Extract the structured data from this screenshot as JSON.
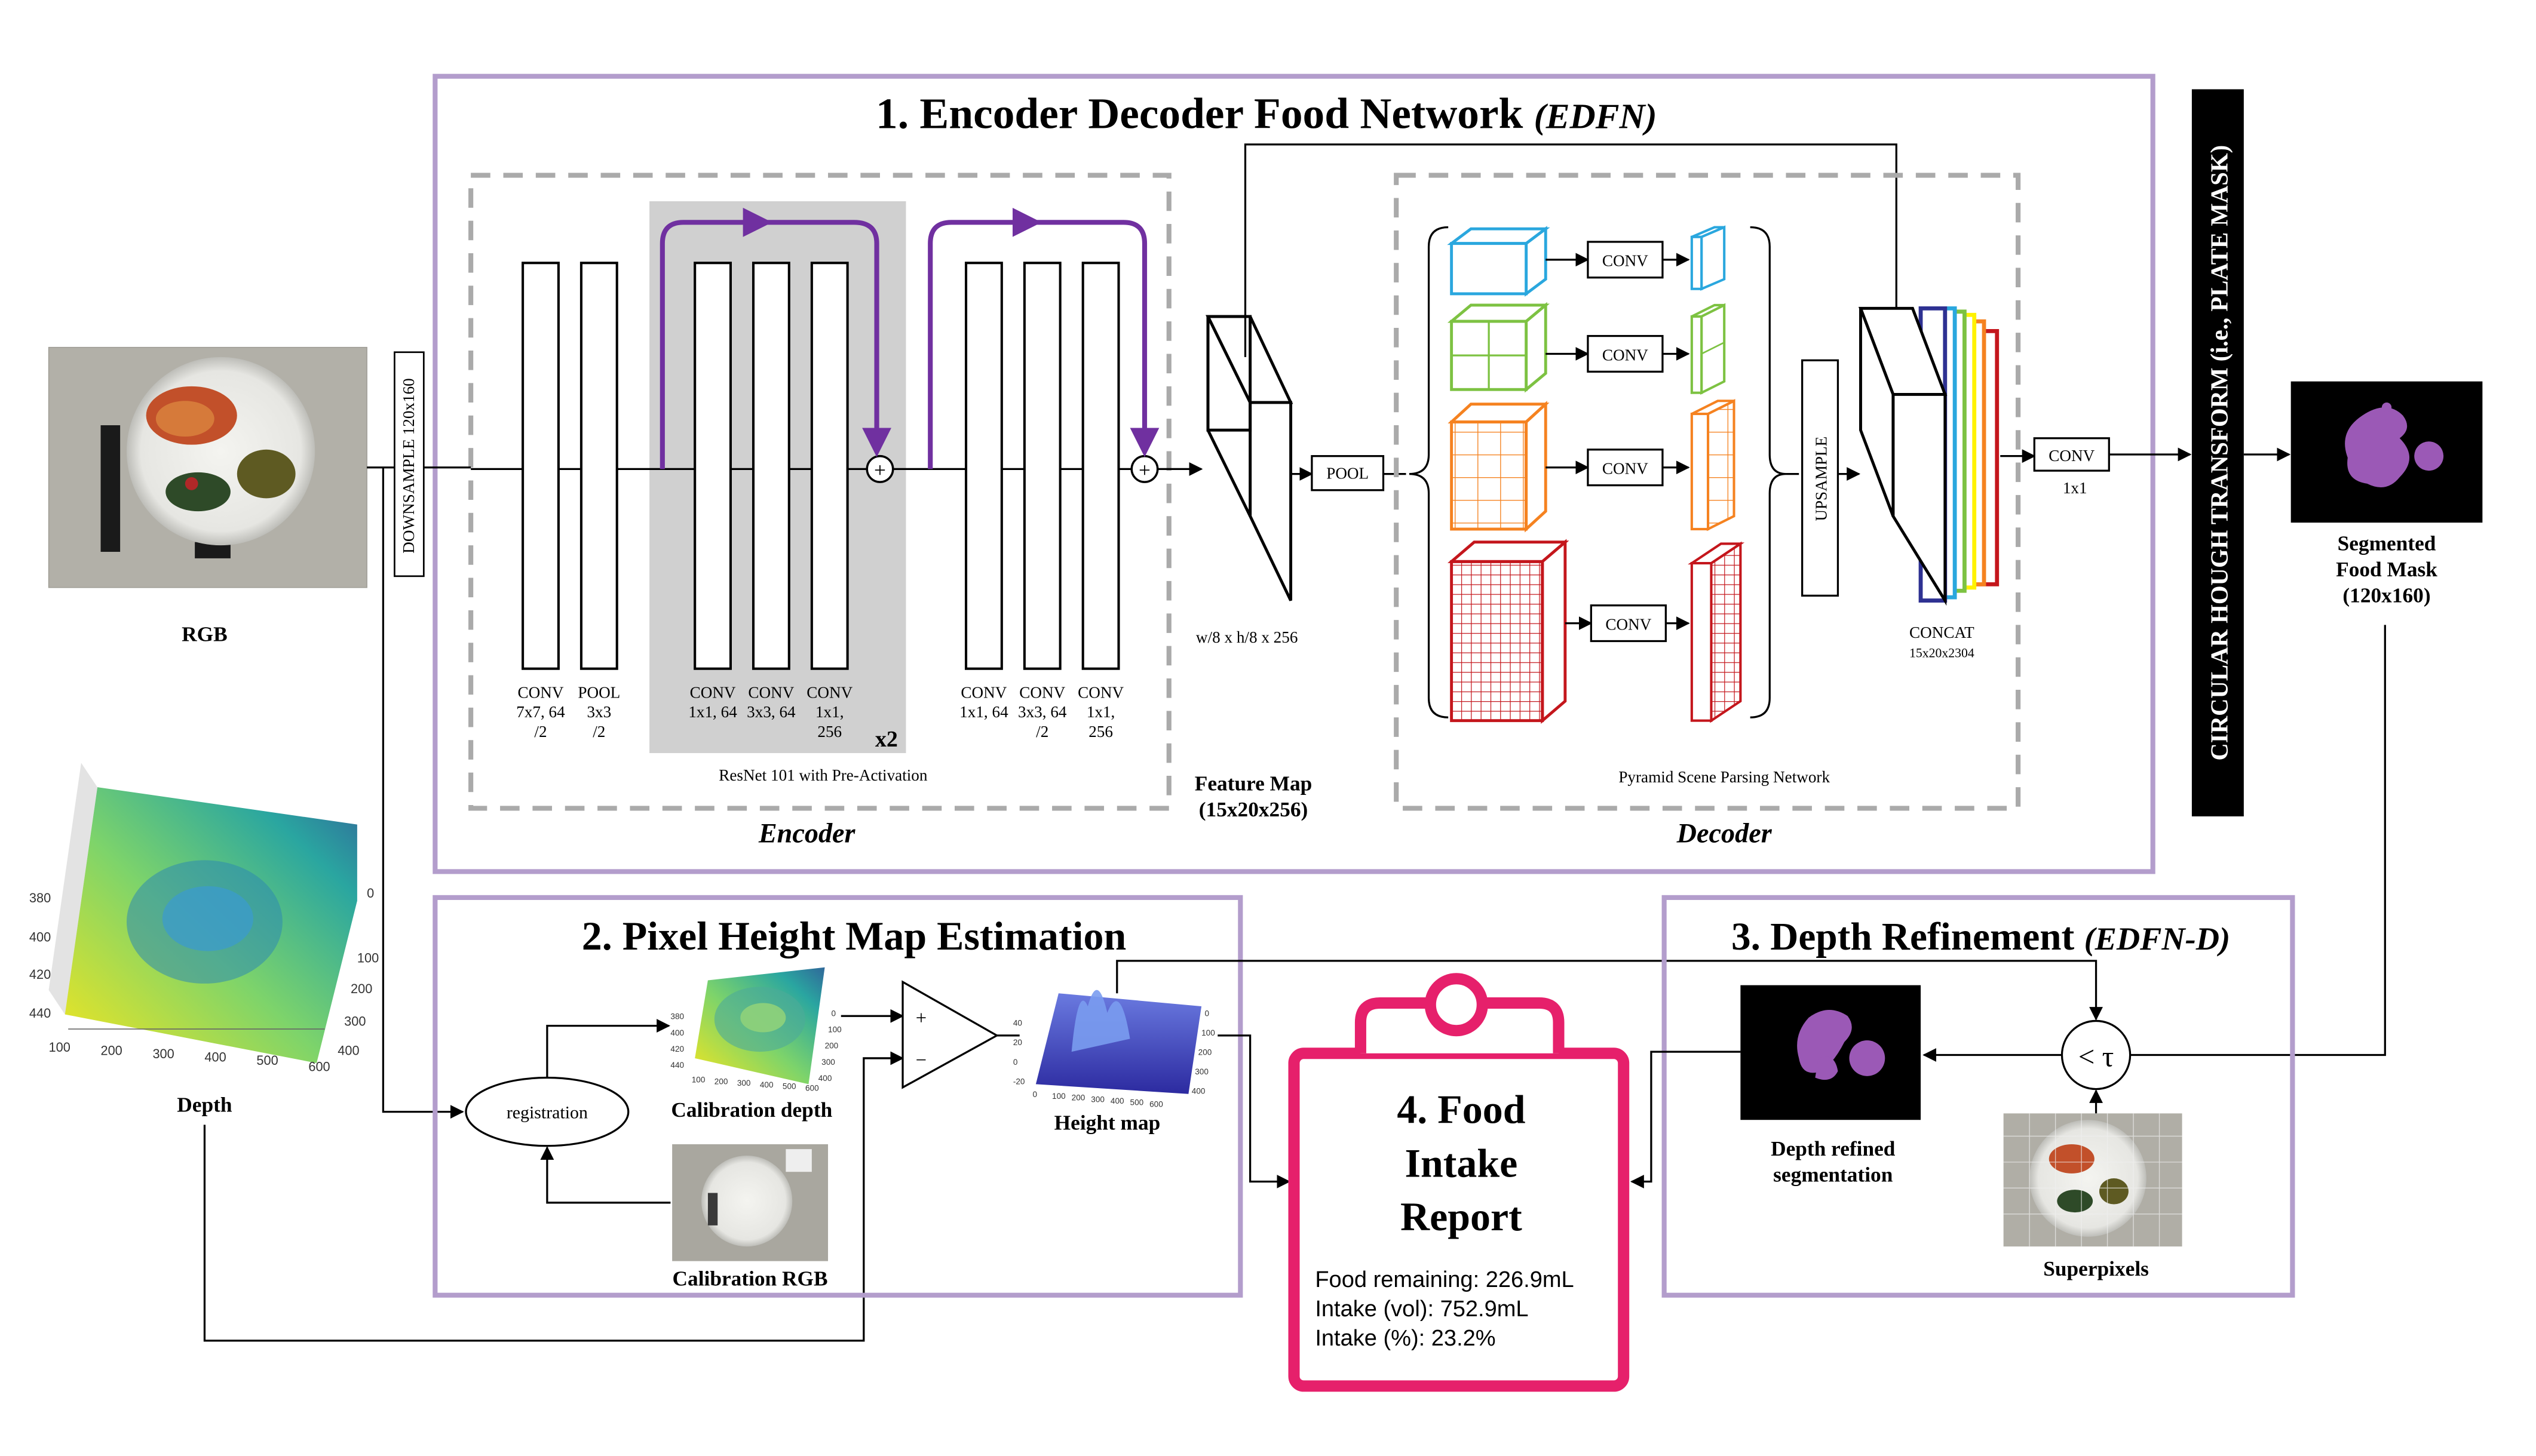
{
  "sections": {
    "edfn": {
      "number": "1.",
      "title": "Encoder Decoder Food Network",
      "abbr": "(EDFN)"
    },
    "height": {
      "title": "2. Pixel Height Map Estimation"
    },
    "depth_ref": {
      "title": "3. Depth Refinement",
      "abbr": "(EDFN-D)"
    },
    "report": {
      "title_lines": [
        "4. Food",
        "Intake",
        "Report"
      ],
      "stats": [
        "Food remaining: 226.9mL",
        "Intake (vol): 752.9mL",
        "Intake (%): 23.2%"
      ]
    }
  },
  "inputs": {
    "rgb_label": "RGB",
    "depth_label": "Depth",
    "downsample_label": "DOWNSAMPLE 120x160",
    "depth_plot": {
      "y_ticks": [
        "380",
        "400",
        "420",
        "440"
      ],
      "x_ticks": [
        "100",
        "200",
        "300",
        "400",
        "500",
        "600"
      ],
      "z_ticks": [
        "0",
        "100",
        "200",
        "300",
        "400"
      ]
    }
  },
  "encoder": {
    "label": "Encoder",
    "layers": [
      {
        "lines": [
          "CONV",
          "7x7, 64",
          "/2"
        ]
      },
      {
        "lines": [
          "POOL",
          "3x3",
          "/2"
        ]
      },
      {
        "lines": [
          "CONV",
          "1x1, 64"
        ]
      },
      {
        "lines": [
          "CONV",
          "3x3, 64"
        ]
      },
      {
        "lines": [
          "CONV",
          "1x1,",
          "256"
        ]
      },
      {
        "lines": [
          "CONV",
          "1x1, 64"
        ]
      },
      {
        "lines": [
          "CONV",
          "3x3, 64",
          "/2"
        ]
      },
      {
        "lines": [
          "CONV",
          "1x1,",
          "256"
        ]
      }
    ],
    "repeat": "x2",
    "resnet_label": "ResNet 101 with Pre-Activation",
    "sum_symbol": "+"
  },
  "feature_map": {
    "dims": "w/8 x h/8 x 256",
    "label": [
      "Feature Map",
      "(15x20x256)"
    ]
  },
  "decoder": {
    "label": "Decoder",
    "pool": "POOL",
    "conv": "CONV",
    "upsample": "UPSAMPLE",
    "concat": "CONCAT",
    "concat_dims": "15x20x2304",
    "psp_label": "Pyramid Scene Parsing Network",
    "final_conv": "CONV",
    "final_conv_kernel": "1x1",
    "colors": {
      "cyan": "#2aa7de",
      "green": "#7dc242",
      "orange": "#f58220",
      "red": "#c4161c",
      "blue": "#2e3192",
      "yellow": "#fff200"
    }
  },
  "hough": {
    "label": "CIRCULAR HOUGH TRANSFORM (i.e., PLATE MASK)"
  },
  "mask": {
    "label": [
      "Segmented",
      "Food Mask",
      "(120x160)"
    ]
  },
  "height_map": {
    "registration": "registration",
    "calib_depth": "Calibration depth",
    "calib_rgb": "Calibration RGB",
    "plus": "+",
    "minus": "−",
    "height_map_label": "Height map",
    "calib_plot": {
      "y_ticks": [
        "380",
        "400",
        "420",
        "440"
      ],
      "x_ticks": [
        "100",
        "200",
        "300",
        "400",
        "500",
        "600"
      ],
      "z_ticks": [
        "0",
        "100",
        "200",
        "300",
        "400"
      ]
    },
    "height_plot": {
      "y_ticks": [
        "40",
        "20",
        "0",
        "-20"
      ],
      "x_ticks": [
        "0",
        "100",
        "200",
        "300",
        "400",
        "500",
        "600"
      ],
      "z_ticks": [
        "0",
        "100",
        "200",
        "300",
        "400"
      ]
    }
  },
  "refinement": {
    "threshold": "< τ",
    "refined_label": [
      "Depth refined",
      "segmentation"
    ],
    "superpixels_label": "Superpixels"
  },
  "colors": {
    "frame": "#b39dcc",
    "accent_purple": "#7030a0",
    "report_pink": "#e6206b",
    "mask_purple": "#9b59b6",
    "resnet_gray": "#d0d0d0"
  }
}
